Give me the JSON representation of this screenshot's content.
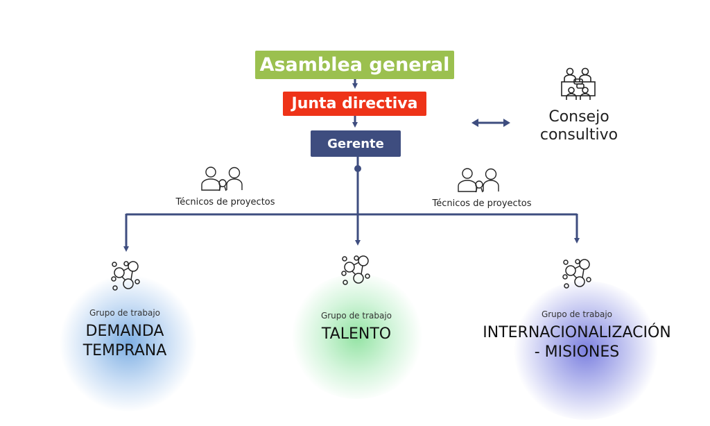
{
  "hierarchy": {
    "asamblea": "Asamblea general",
    "junta": "Junta directiva",
    "gerente": "Gerente"
  },
  "consejo": {
    "line1": "Consejo",
    "line2": "consultivo",
    "icon": "meeting-icon"
  },
  "tecnicos": [
    {
      "label": "Técnicos de proyectos",
      "icon": "team-award-icon"
    },
    {
      "label": "Técnicos de proyectos",
      "icon": "team-award-icon"
    }
  ],
  "grupos": [
    {
      "subtitle": "Grupo de trabajo",
      "title_line1": "DEMANDA",
      "title_line2": "TEMPRANA",
      "color": "#66a0de",
      "icon": "network-people-icon"
    },
    {
      "subtitle": "Grupo de trabajo",
      "title_line1": "TALENTO",
      "title_line2": "",
      "color": "#78dc8c",
      "icon": "network-people-icon"
    },
    {
      "subtitle": "Grupo de trabajo",
      "title_line1": "INTERNACIONALIZACIÓN",
      "title_line2": "- MISIONES",
      "color": "#6e73dc",
      "icon": "network-people-icon"
    }
  ],
  "colors": {
    "asamblea": "#9bc04f",
    "junta": "#ee3318",
    "gerente": "#3e4d7f",
    "connector": "#3e4d7f"
  }
}
